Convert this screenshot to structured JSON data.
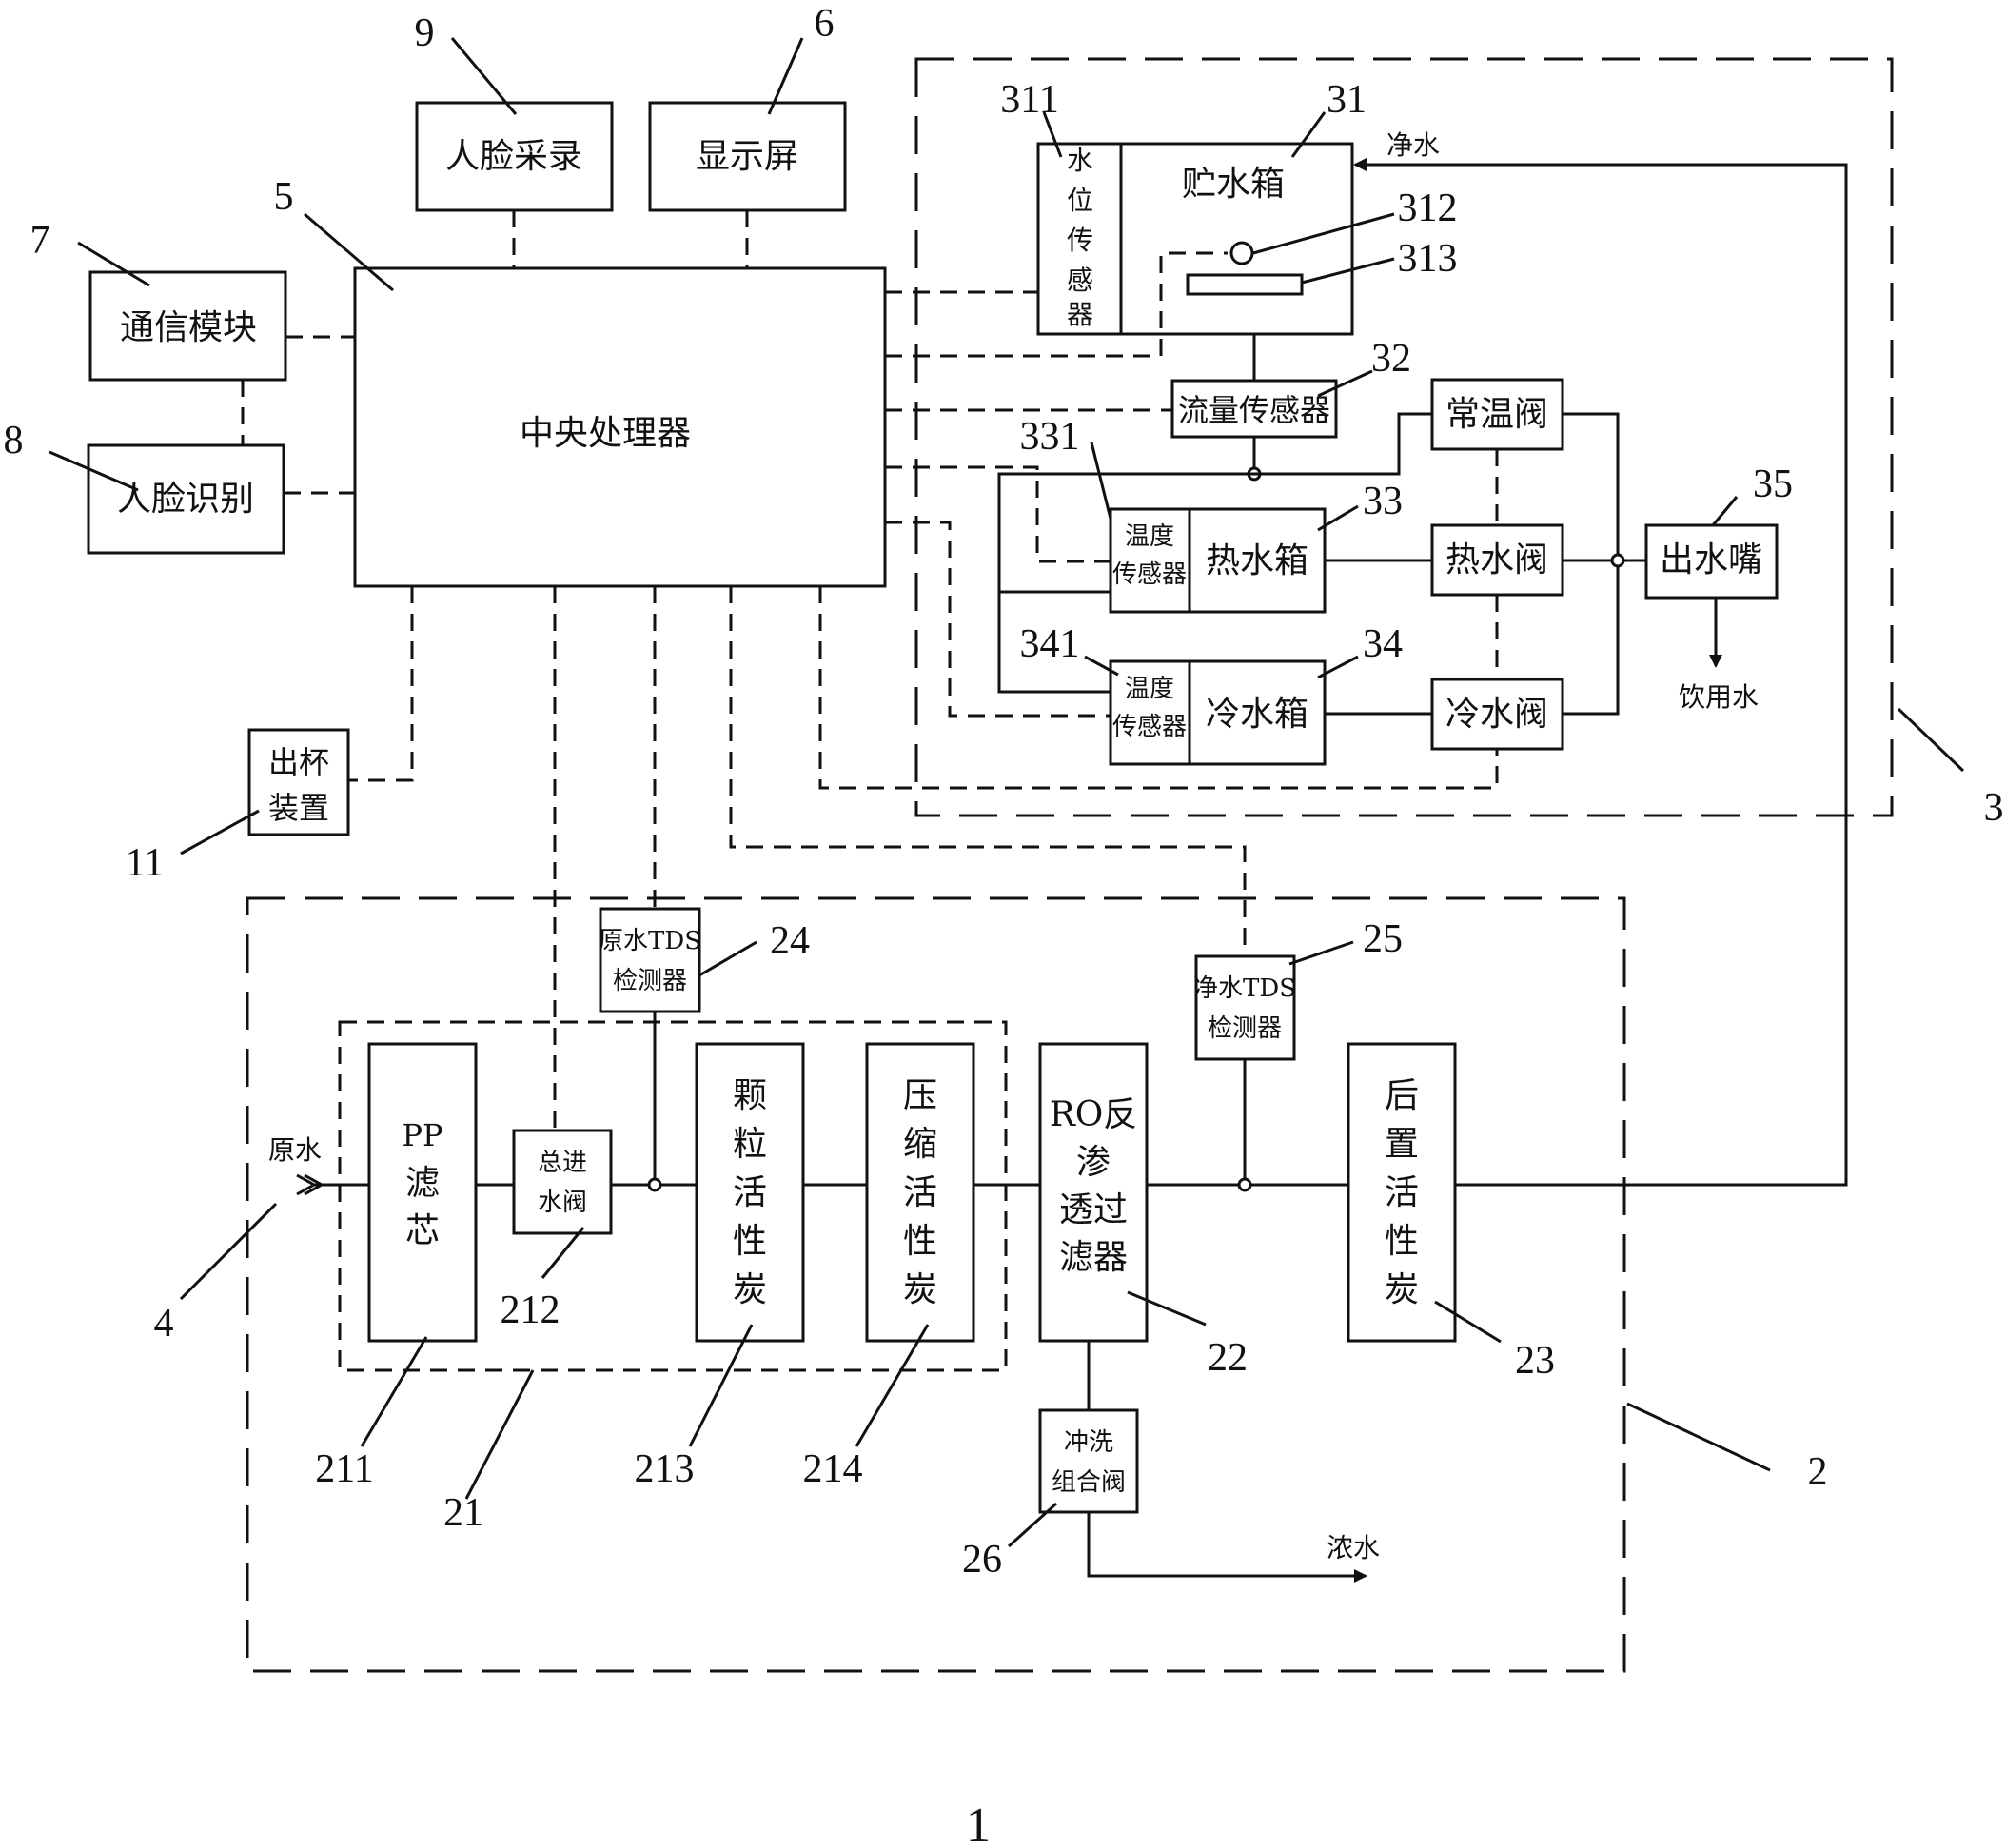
{
  "figure_number": "1",
  "modules": {
    "face_capture": {
      "label": "人脸采录",
      "ref": "9"
    },
    "display": {
      "label": "显示屏",
      "ref": "6"
    },
    "cpu": {
      "label": "中央处理器",
      "ref": "5"
    },
    "comm": {
      "label": "通信模块",
      "ref": "7"
    },
    "face_recog": {
      "label": "人脸识别",
      "ref": "8"
    },
    "cup": {
      "label_1": "出杯",
      "label_2": "装置",
      "ref": "11"
    }
  },
  "dispense_unit": {
    "ref": "3",
    "storage_tank": {
      "label": "贮水箱",
      "ref": "31"
    },
    "level_sensor": {
      "chars": [
        "水",
        "位",
        "传",
        "感",
        "器"
      ],
      "ref": "311"
    },
    "float_ref": "312",
    "element_ref": "313",
    "flow_sensor": {
      "label": "流量传感器",
      "ref": "32"
    },
    "hot_tank": {
      "label": "热水箱",
      "ref": "33"
    },
    "hot_temp": {
      "line_1": "温度",
      "line_2": "传感器",
      "ref": "331"
    },
    "cold_tank": {
      "label": "冷水箱",
      "ref": "34"
    },
    "cold_temp": {
      "line_1": "温度",
      "line_2": "传感器",
      "ref": "341"
    },
    "normal_valve": {
      "label": "常温阀"
    },
    "hot_valve": {
      "label": "热水阀"
    },
    "cold_valve": {
      "label": "冷水阀"
    },
    "outlet": {
      "label": "出水嘴",
      "ref": "35"
    },
    "drinking_water": "饮用水",
    "clean_water": "净水"
  },
  "purify_unit": {
    "ref": "2",
    "pretreat_ref": "21",
    "raw_water": "原水",
    "inlet_ref": "4",
    "pp": {
      "chars": [
        "PP",
        "滤",
        "芯"
      ],
      "ref": "211"
    },
    "inlet_valve": {
      "line_1": "总进",
      "line_2": "水阀",
      "ref": "212"
    },
    "granular_carbon": {
      "chars": [
        "颗",
        "粒",
        "活",
        "性",
        "炭"
      ],
      "ref": "213"
    },
    "compressed_carbon": {
      "chars": [
        "压",
        "缩",
        "活",
        "性",
        "炭"
      ],
      "ref": "214"
    },
    "ro": {
      "chars": [
        "RO反",
        "渗",
        "透过",
        "滤器"
      ],
      "ref": "22"
    },
    "post_carbon": {
      "chars": [
        "后",
        "置",
        "活",
        "性",
        "炭"
      ],
      "ref": "23"
    },
    "raw_tds": {
      "line_1": "原水TDS",
      "line_2": "检测器",
      "ref": "24"
    },
    "clean_tds": {
      "line_1": "净水TDS",
      "line_2": "检测器",
      "ref": "25"
    },
    "flush_valve": {
      "line_1": "冲洗",
      "line_2": "组合阀",
      "ref": "26"
    },
    "concentrate": "浓水"
  }
}
